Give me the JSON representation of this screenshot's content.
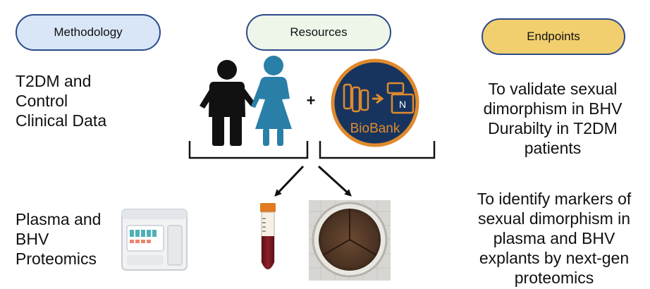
{
  "headers": {
    "methodology": "Methodology",
    "resources": "Resources",
    "endpoints": "Endpoints"
  },
  "methodology": {
    "row1": [
      "T2DM and",
      "Control",
      "Clinical Data"
    ],
    "row2": [
      "Plasma and",
      "BHV",
      "Proteomics"
    ]
  },
  "endpoints": {
    "row1": [
      "To validate sexual",
      "dimorphism in BHV",
      "Durabilty in T2DM",
      "patients"
    ],
    "row2": [
      "To identify markers of",
      "sexual dimorphism in",
      "plasma and BHV",
      "explants by next-gen",
      "proteomics"
    ]
  },
  "resources": {
    "plus_sign": "+",
    "biobank_label": "BioBank",
    "box_letter": "N"
  },
  "colors": {
    "header_border": "#2b4a8a",
    "methodology_fill": "#d8e6f7",
    "resources_fill": "#eef6ea",
    "endpoints_fill": "#f1cf6e",
    "male_figure": "#111111",
    "female_figure": "#2a7fa8",
    "biobank_bg": "#17345f",
    "biobank_accent": "#e08a2c",
    "blood_tube": "#7a1822",
    "tube_cap": "#e07b22"
  }
}
